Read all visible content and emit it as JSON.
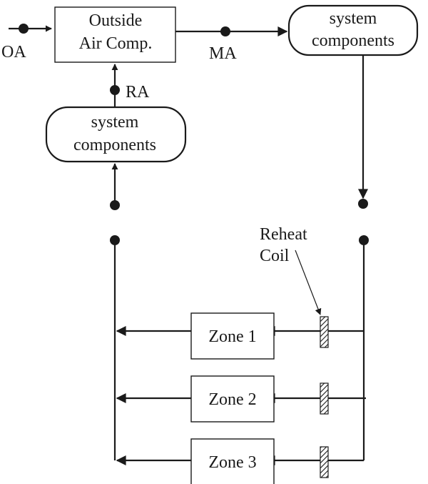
{
  "nodes": {
    "oac": {
      "line1": "Outside",
      "line2": "Air Comp."
    },
    "sys_top_right": {
      "line1": "system",
      "line2": "components"
    },
    "sys_left": {
      "line1": "system",
      "line2": "components"
    },
    "zone1": "Zone 1",
    "zone2": "Zone 2",
    "zone3": "Zone 3"
  },
  "labels": {
    "oa": "OA",
    "ma": "MA",
    "ra": "RA",
    "reheat_line1": "Reheat",
    "reheat_line2": "Coil"
  },
  "colors": {
    "stroke": "#1a1a1a",
    "background": "#ffffff"
  }
}
